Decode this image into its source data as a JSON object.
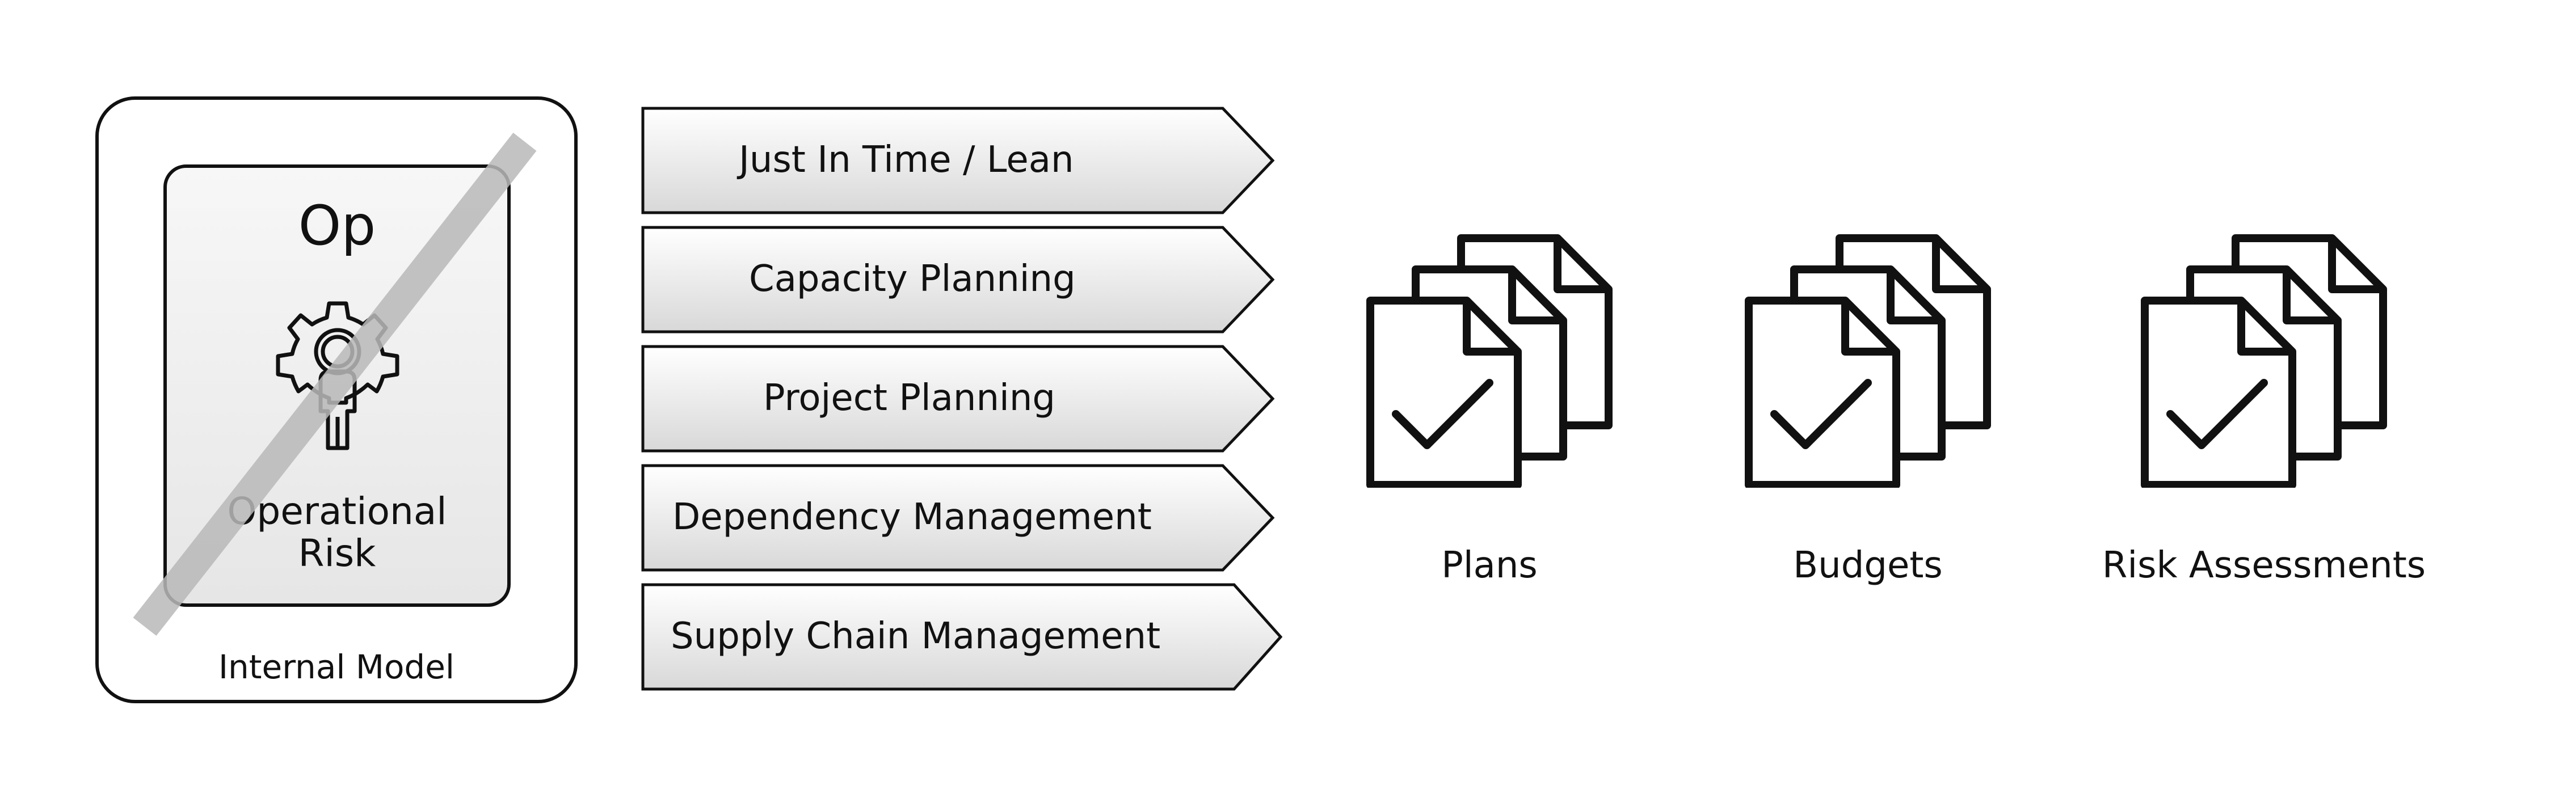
{
  "model": {
    "title": "Op",
    "label": "Operational\nRisk",
    "container_label": "Internal Model",
    "icon": "gear-person-icon"
  },
  "practices": [
    {
      "label": "Just In Time / Lean"
    },
    {
      "label": "Capacity Planning"
    },
    {
      "label": "Project Planning"
    },
    {
      "label": "Dependency Management"
    },
    {
      "label": "Supply Chain Management"
    }
  ],
  "outputs": [
    {
      "label": "Plans",
      "icon": "documents-check-icon"
    },
    {
      "label": "Budgets",
      "icon": "documents-check-icon"
    },
    {
      "label": "Risk Assessments",
      "icon": "documents-check-icon"
    }
  ]
}
